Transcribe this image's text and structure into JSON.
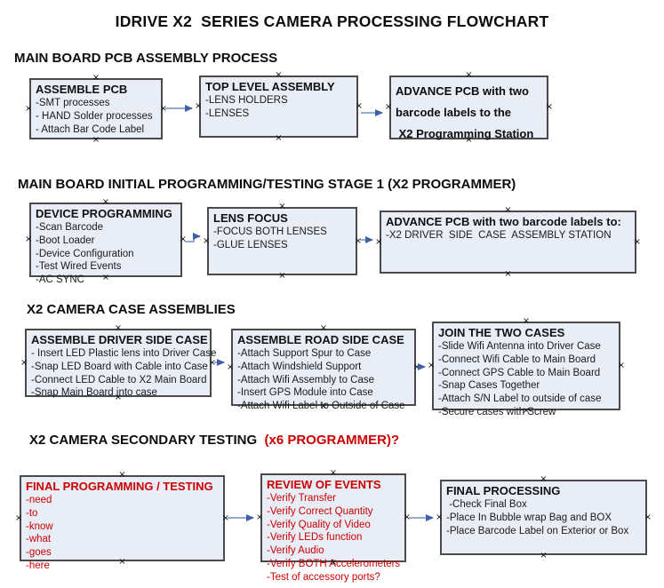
{
  "title": "IDRIVE X2  SERIES CAMERA PROCESSING FLOWCHART",
  "icons": {
    "connection_point": "×",
    "arrow_head": "right-arrowhead"
  },
  "colors": {
    "box_fill": "#e8edf6",
    "box_border": "#4a4a4a",
    "arrow_line": "#95aacc",
    "arrow_head": "#3f5fa8",
    "red_text": "#cc0000"
  },
  "sections": [
    {
      "label": "MAIN BOARD PCB ASSEMBLY PROCESS"
    },
    {
      "label": "MAIN BOARD INITIAL PROGRAMMING/TESTING STAGE 1 (X2 PROGRAMMER)"
    },
    {
      "label": "X2 CAMERA CASE ASSEMBLIES"
    },
    {
      "label": "X2 CAMERA SECONDARY TESTING ",
      "label_red": " (x6 PROGRAMMER)?"
    }
  ],
  "boxes": {
    "assemble_pcb": {
      "title": "ASSEMBLE PCB",
      "lines": [
        "-SMT processes",
        "- HAND Solder processes",
        "- Attach Bar Code Label"
      ]
    },
    "top_level_assembly": {
      "title": "TOP LEVEL ASSEMBLY",
      "lines": [
        "-LENS HOLDERS",
        "-LENSES"
      ]
    },
    "advance_to_programming_station": {
      "lines": [
        "ADVANCE PCB with two",
        "barcode labels to the",
        " X2 Programming Station"
      ]
    },
    "device_programming": {
      "title": "DEVICE PROGRAMMING",
      "lines": [
        "-Scan Barcode",
        "-Boot Loader",
        "-Device Configuration",
        "-Test Wired Events",
        "-AC SYNC"
      ]
    },
    "lens_focus": {
      "title": "LENS FOCUS",
      "lines": [
        "-FOCUS BOTH LENSES",
        "-GLUE LENSES"
      ]
    },
    "advance_to_driver_side_station": {
      "title": "ADVANCE PCB with two barcode labels to:",
      "lines": [
        "-X2 DRIVER  SIDE  CASE  ASSEMBLY STATION"
      ]
    },
    "assemble_driver_side_case": {
      "title": "ASSEMBLE DRIVER SIDE CASE",
      "lines": [
        "- Insert LED Plastic lens into Driver Case",
        "-Snap LED Board with Cable into Case",
        "-Connect LED Cable to X2 Main Board",
        "-Snap Main Board into case"
      ]
    },
    "assemble_road_side_case": {
      "title": "ASSEMBLE ROAD SIDE CASE",
      "lines": [
        "-Attach Support Spur to Case",
        "-Attach Windshield Support",
        "-Attach Wifi Assembly to Case",
        "-Insert GPS Module into Case",
        "-Attach Wifi Label to Outside of Case"
      ]
    },
    "join_the_two_cases": {
      "title": "JOIN THE TWO CASES",
      "lines": [
        "-Slide Wifi Antenna into Driver Case",
        "-Connect Wifi Cable to Main Board",
        "-Connect GPS Cable to Main Board",
        "-Snap Cases Together",
        "-Attach S/N Label to outside of case",
        "-Secure cases with Screw"
      ]
    },
    "final_programming_testing": {
      "title": "FINAL PROGRAMMING / TESTING",
      "lines": [
        "-need",
        "-to",
        "-know",
        "-what",
        "-goes",
        "-here"
      ]
    },
    "review_of_events": {
      "title": "REVIEW OF EVENTS",
      "lines": [
        "-Verify Transfer",
        "-Verify Correct Quantity",
        "-Verify Quality of Video",
        "-Verify LEDs function",
        "-Verify Audio",
        "-Verify BOTH Accelerometers",
        "-Test of accessory ports?"
      ]
    },
    "final_processing": {
      "title": "FINAL PROCESSING",
      "lines": [
        " -Check Final Box",
        "-Place In Bubble wrap Bag and BOX",
        "-Place Barcode Label on Exterior or Box"
      ]
    }
  }
}
